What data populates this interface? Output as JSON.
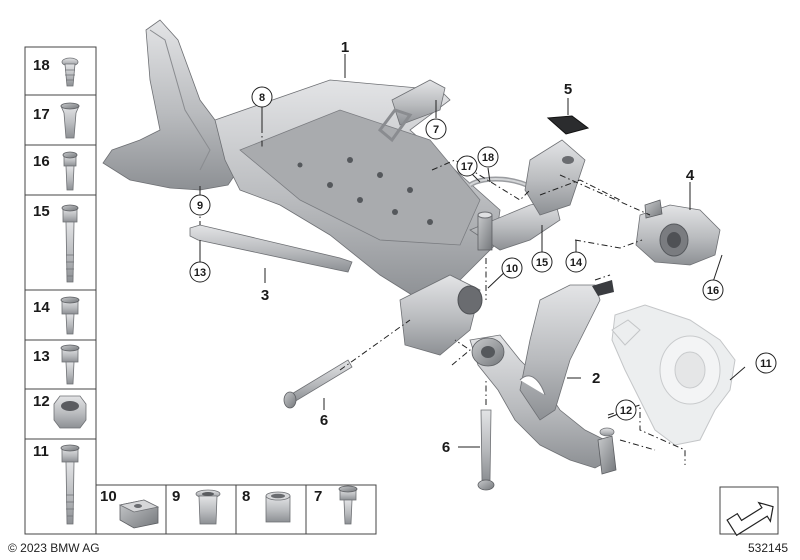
{
  "copyright": "© 2023 BMW AG",
  "diagram_id": "532145",
  "legend_left": [
    {
      "num": "18",
      "icon": "tapping-screw-icon"
    },
    {
      "num": "17",
      "icon": "expanding-nut-icon"
    },
    {
      "num": "16",
      "icon": "short-bolt-icon"
    },
    {
      "num": "15",
      "icon": "long-bolt-icon"
    },
    {
      "num": "14",
      "icon": "collar-bolt-icon"
    },
    {
      "num": "13",
      "icon": "hex-bolt-icon"
    },
    {
      "num": "12",
      "icon": "collar-nut-icon"
    },
    {
      "num": "11",
      "icon": "long-hex-bolt-icon"
    }
  ],
  "legend_bottom": [
    {
      "num": "10",
      "icon": "rubber-mount-icon"
    },
    {
      "num": "9",
      "icon": "flanged-bushing-icon"
    },
    {
      "num": "8",
      "icon": "sleeve-icon"
    },
    {
      "num": "7",
      "icon": "small-bolt-icon"
    }
  ],
  "callouts": [
    {
      "id": "c1",
      "num": "1",
      "circled": false
    },
    {
      "id": "c2",
      "num": "2",
      "circled": false
    },
    {
      "id": "c3",
      "num": "3",
      "circled": false
    },
    {
      "id": "c4",
      "num": "4",
      "circled": false
    },
    {
      "id": "c5",
      "num": "5",
      "circled": false
    },
    {
      "id": "c6a",
      "num": "6",
      "circled": false
    },
    {
      "id": "c6b",
      "num": "6",
      "circled": false
    },
    {
      "id": "c7",
      "num": "7",
      "circled": true
    },
    {
      "id": "c8",
      "num": "8",
      "circled": true
    },
    {
      "id": "c9",
      "num": "9",
      "circled": true
    },
    {
      "id": "c10",
      "num": "10",
      "circled": true
    },
    {
      "id": "c11",
      "num": "11",
      "circled": true
    },
    {
      "id": "c12",
      "num": "12",
      "circled": true
    },
    {
      "id": "c13",
      "num": "13",
      "circled": true
    },
    {
      "id": "c14",
      "num": "14",
      "circled": true
    },
    {
      "id": "c15",
      "num": "15",
      "circled": true
    },
    {
      "id": "c16",
      "num": "16",
      "circled": true
    },
    {
      "id": "c17",
      "num": "17",
      "circled": true
    },
    {
      "id": "c18",
      "num": "18",
      "circled": true
    }
  ]
}
